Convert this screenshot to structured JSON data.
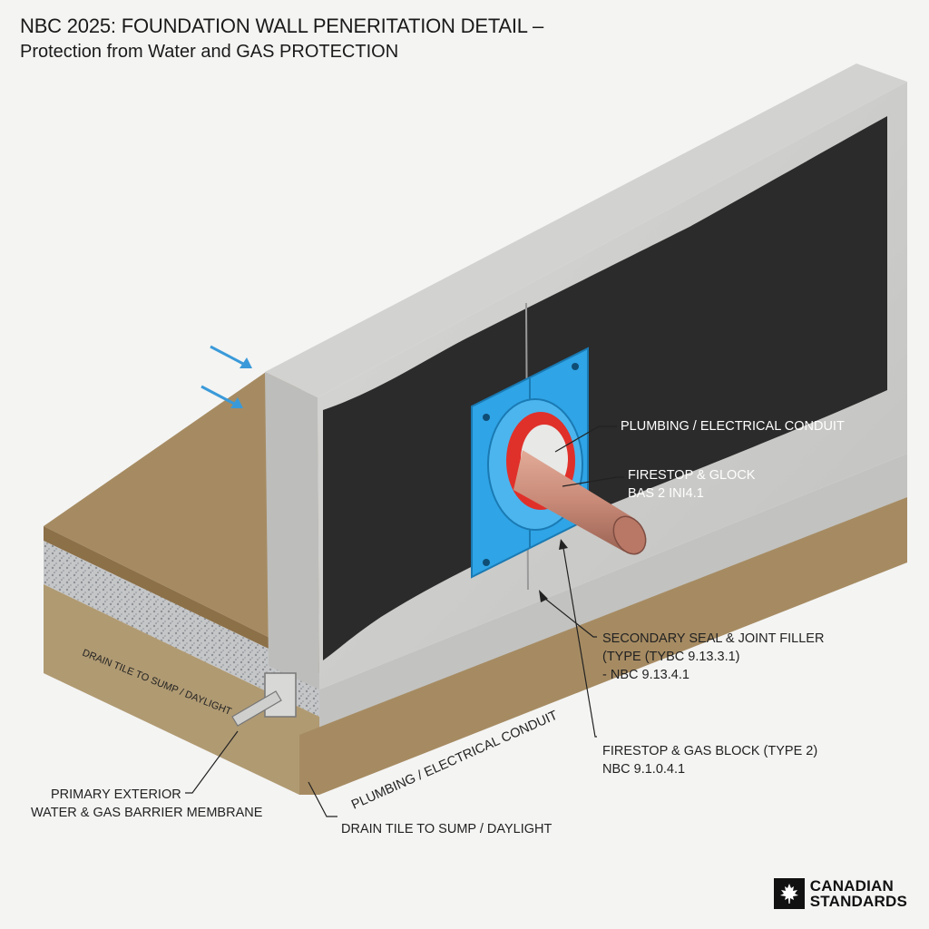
{
  "header": {
    "title": "NBC 2025: FOUNDATION WALL PENERITATION DETAIL –",
    "subtitle": "Protection from Water and GAS PROTECTION"
  },
  "labels": {
    "conduit_upper": "PLUMBING / ELECTRICAL CONDUIT",
    "firestop_upper_1": "FIRESTOP & GLOCK",
    "firestop_upper_2": "BAS 2 INI4.1",
    "secondary_seal_1": "SECONDARY SEAL & JOINT FILLER",
    "secondary_seal_2": "(TYPE (TYBC 9.13.3.1)",
    "secondary_seal_3": "- NBC 9.13.4.1",
    "firestop_lower_1": "FIRESTOP & GAS BLOCK (TYPE 2)",
    "firestop_lower_2": "NBC 9.1.0.4.1",
    "drain_on_soil": "DRAIN TILE TO SUMP / DAYLIGHT",
    "conduit_lower": "PLUMBING / ELECTRICAL CONDUIT",
    "primary_1": "PRIMARY EXTERIOR",
    "primary_2": "WATER & GAS BARRIER MEMBRANE",
    "drain_bottom": "DRAIN TILE TO SUMP / DAYLIGHT"
  },
  "logo": {
    "line1": "CANADIAN",
    "line2": "STANDARDS"
  },
  "colors": {
    "membrane": "#2b2b2b",
    "concrete": "#c9c9c7",
    "flange": "#2fa4e6",
    "gasket": "#e0302a",
    "pipe": "#c98a78",
    "soil": "#a68b62",
    "arrow": "#3a9ad9"
  },
  "icons": {
    "logo": "maple-leaf-icon"
  }
}
